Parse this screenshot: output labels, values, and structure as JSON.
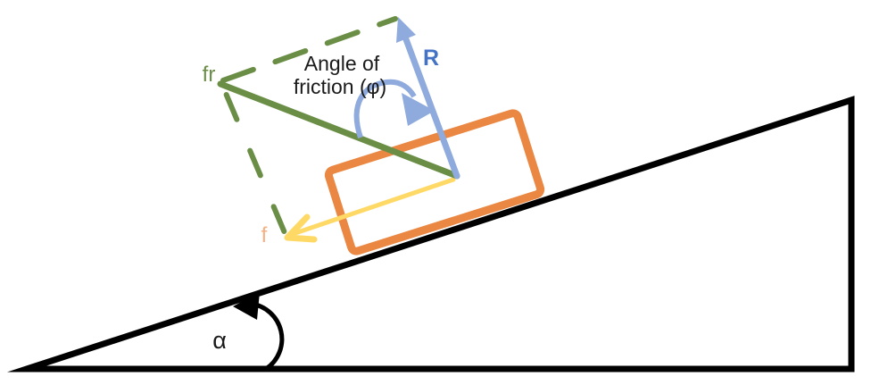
{
  "diagram": {
    "labels": {
      "resultant_force": "fr",
      "reaction_force": "R",
      "friction_force": "f",
      "incline_angle": "α",
      "angle_note_line1": "Angle of",
      "angle_note_line2": "friction (φ)"
    },
    "colors": {
      "reaction_arrow": "#8FAADC",
      "reaction_label": "#4472C4",
      "friction_arrow": "#FFD966",
      "friction_label": "#F4B183",
      "resultant_green": "#6A8E45",
      "block_orange": "#EA8742",
      "incline_black": "#000000",
      "annotation_text": "#1a1a1a",
      "background": "#FFFFFF"
    }
  }
}
